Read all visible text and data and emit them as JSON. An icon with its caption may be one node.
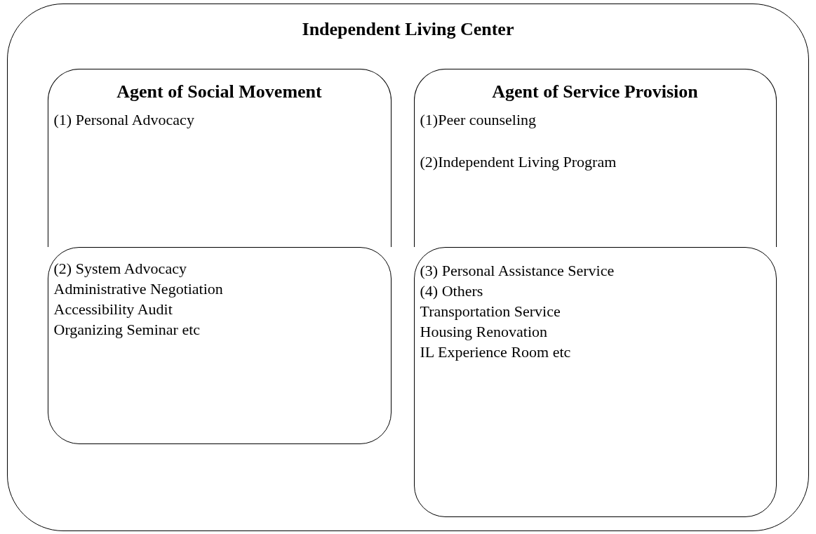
{
  "diagram": {
    "nodes": [
      {
        "text": [
          "Independent Living Center"
        ]
      },
      {
        "text": [
          "Agent of Social Movement",
          "(1) Personal Advocacy"
        ],
        "in": 0
      },
      {
        "text": [
          "Agent of Service Provision",
          "(1)Peer counseling",
          "(2)Independent Living Program"
        ],
        "in": 0
      },
      {
        "text": [
          "(2) System Advocacy",
          "Administrative Negotiation",
          "Accessibility Audit",
          "Organizing Seminar etc"
        ],
        "in": 0
      },
      {
        "text": [
          "(3) Personal Assistance Service",
          "(4) Others",
          "Transportation Service",
          "Housing Renovation",
          "IL Experience Room etc"
        ],
        "in": 0
      }
    ]
  }
}
